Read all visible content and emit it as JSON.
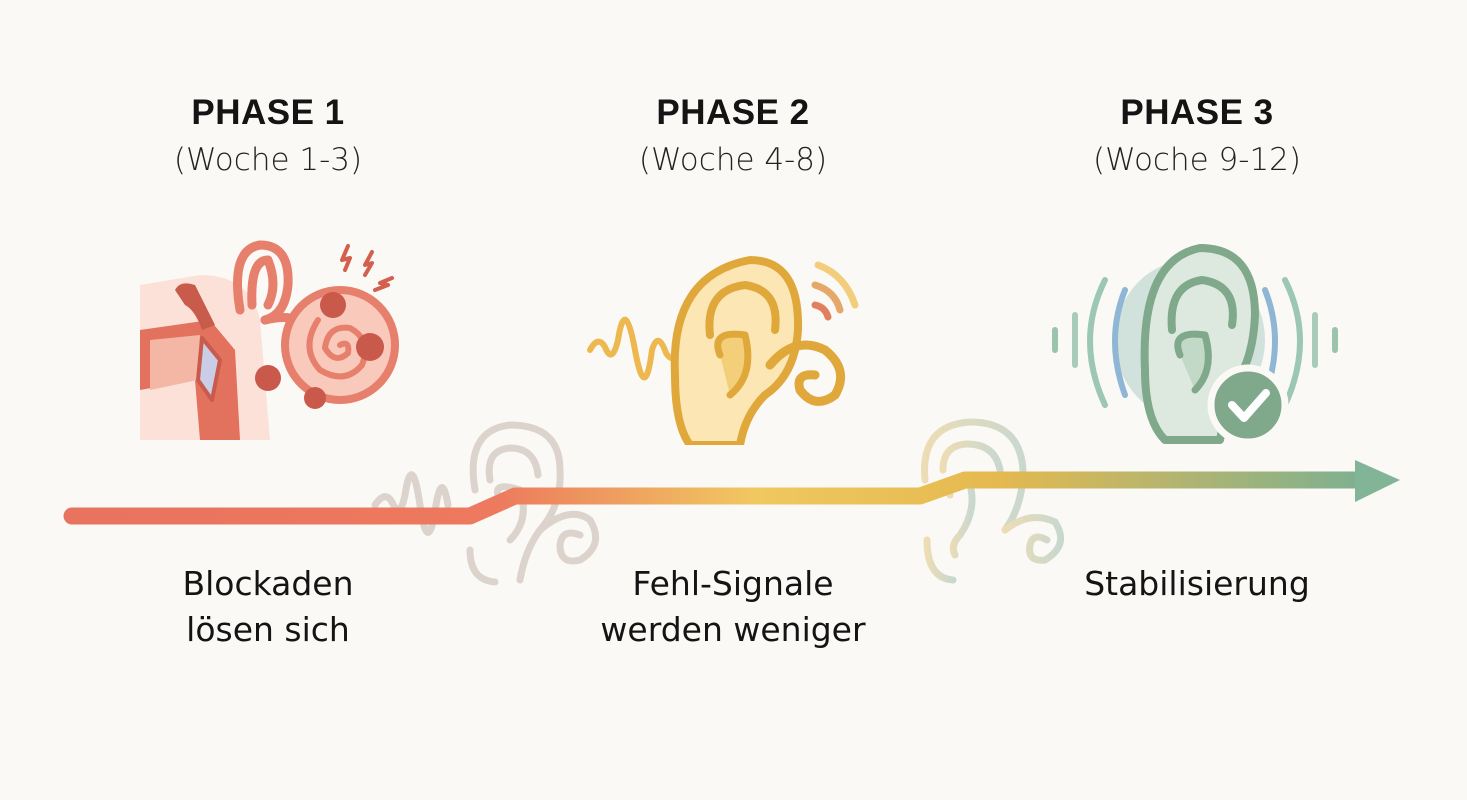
{
  "phases": [
    {
      "title": "PHASE 1",
      "weeks": "(Woche 1-3)",
      "caption_line1": "Blockaden",
      "caption_line2": "lösen sich",
      "icon": "inner-ear-blockage-icon",
      "color": "#e8735f"
    },
    {
      "title": "PHASE 2",
      "weeks": "(Woche 4-8)",
      "caption_line1": "Fehl-Signale",
      "caption_line2": "werden weniger",
      "icon": "ear-soundwave-icon",
      "color": "#e6b84a"
    },
    {
      "title": "PHASE 3",
      "weeks": "(Woche 9-12)",
      "caption_line1": "Stabilisierung",
      "caption_line2": "",
      "icon": "ear-checkmark-icon",
      "color": "#7fae8c"
    }
  ],
  "timeline": {
    "start_color": "#e8735f",
    "mid_color": "#f0c860",
    "end_color": "#82b597",
    "direction": "arrow-right"
  }
}
